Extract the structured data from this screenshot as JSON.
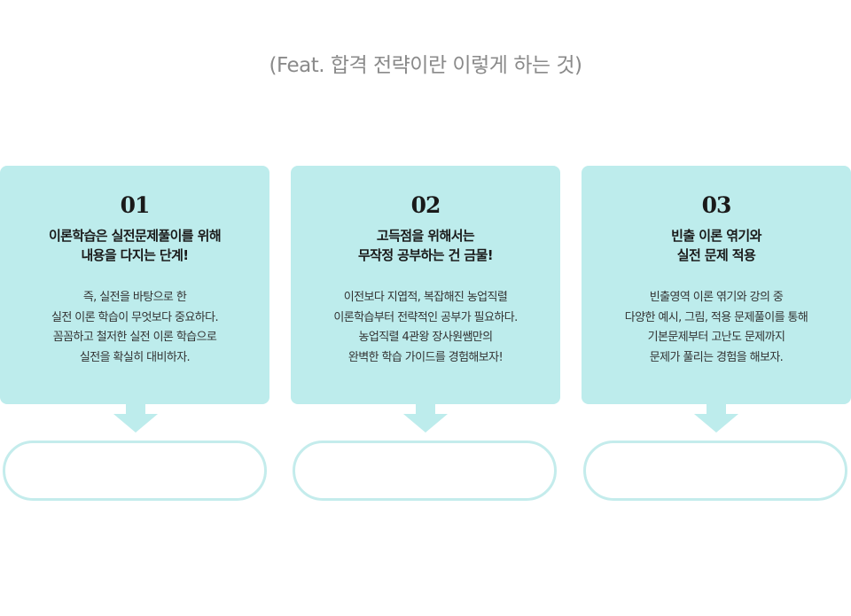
{
  "subtitle": "(Feat. 합격 전략이란 이렇게 하는 것)",
  "colors": {
    "card_bg": "#bdecec",
    "pill_border": "#c4ecec"
  },
  "cards": [
    {
      "number": "01",
      "title": "이론학습은 실전문제풀이를 위해\n내용을 다지는 단계!",
      "description": "즉, 실전을 바탕으로 한\n실전 이론 학습이 무엇보다 중요하다.\n꼼꼼하고 철저한 실전 이론 학습으로\n실전을 확실히 대비하자."
    },
    {
      "number": "02",
      "title": "고득점을 위해서는\n무작정 공부하는 건 금물!",
      "description": "이전보다 지엽적, 복잡해진 농업직렬\n이론학습부터 전략적인 공부가 필요하다.\n농업직렬 4관왕 장사원쌤만의\n완벽한 학습 가이드를 경험해보자!"
    },
    {
      "number": "03",
      "title": "빈출 이론 엮기와\n실전 문제 적용",
      "description": "빈출영역 이론 엮기와 강의 중\n다양한 예시, 그림, 적용 문제풀이를 통해\n기본문제부터 고난도 문제까지\n문제가 풀리는 경험을 해보자."
    }
  ]
}
